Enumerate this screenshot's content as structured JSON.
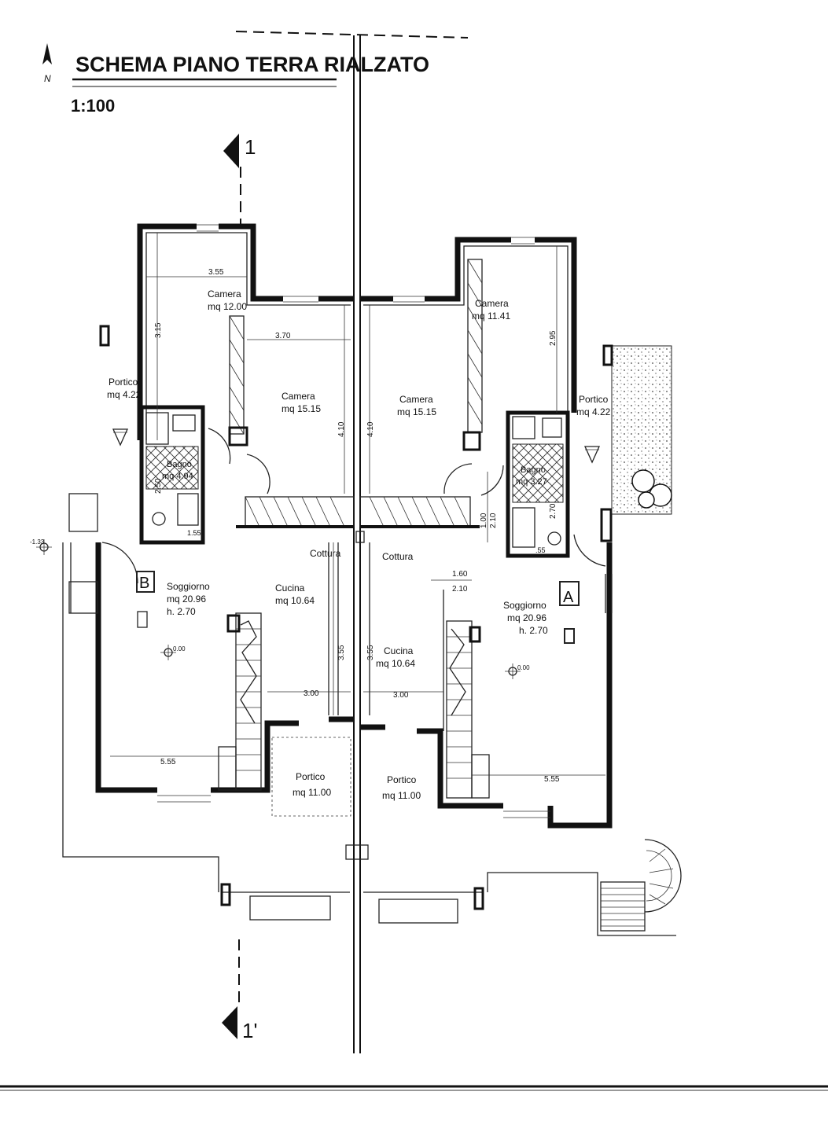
{
  "title": "SCHEMA PIANO TERRA RIALZATO",
  "scale": "1:100",
  "north_label": "N",
  "section_top": "1",
  "section_bottom": "1'",
  "units": {
    "B": "B",
    "A": "A"
  },
  "rooms": {
    "camera_left_small": {
      "name": "Camera",
      "area": "mq 12.00"
    },
    "camera_left_big": {
      "name": "Camera",
      "area": "mq 15.15"
    },
    "camera_right_big": {
      "name": "Camera",
      "area": "mq 15.15"
    },
    "camera_right_small": {
      "name": "Camera",
      "area": "mq 11.41"
    },
    "portico_left": {
      "name": "Portico",
      "area": "mq 4.22"
    },
    "portico_right": {
      "name": "Portico",
      "area": "mq 4.22"
    },
    "bagno_left": {
      "name": "Bagno",
      "area": "mq 4.94"
    },
    "bagno_right": {
      "name": "Bagno",
      "area": "mq 3.27"
    },
    "soggiorno_left": {
      "name": "Soggiorno",
      "area": "mq 20.96",
      "height": "h. 2.70"
    },
    "soggiorno_right": {
      "name": "Soggiorno",
      "area": "mq 20.96",
      "height": "h. 2.70"
    },
    "cucina_left": {
      "name": "Cucina",
      "area": "mq 10.64"
    },
    "cucina_right": {
      "name": "Cucina",
      "area": "mq 10.64"
    },
    "cottura_left": "Cottura",
    "cottura_right": "Cottura",
    "portico_bottom_left": {
      "name": "Portico",
      "area": "mq 11.00"
    },
    "portico_bottom_right": {
      "name": "Portico",
      "area": "mq 11.00"
    }
  },
  "dimensions": {
    "d_355_top": "3.55",
    "d_315": "3.15",
    "d_370": "3.70",
    "d_410_left": "4.10",
    "d_410_right": "4.10",
    "d_295": "2.95",
    "d_250": "2.50",
    "d_155": "1.55",
    "d_100": "1.00",
    "d_210_v": "2.10",
    "d_270_v": "2.70",
    "d_55": ".55",
    "d_160": "1.60",
    "d_210_h": "2.10",
    "d_355_left": "3.55",
    "d_355_right": "3.55",
    "d_300_left": "3.00",
    "d_300_right": "3.00",
    "d_555_left": "5.55",
    "d_555_right": "5.55"
  },
  "levels": {
    "minus": "-1.33",
    "left": "0.00",
    "right": "0.00"
  }
}
